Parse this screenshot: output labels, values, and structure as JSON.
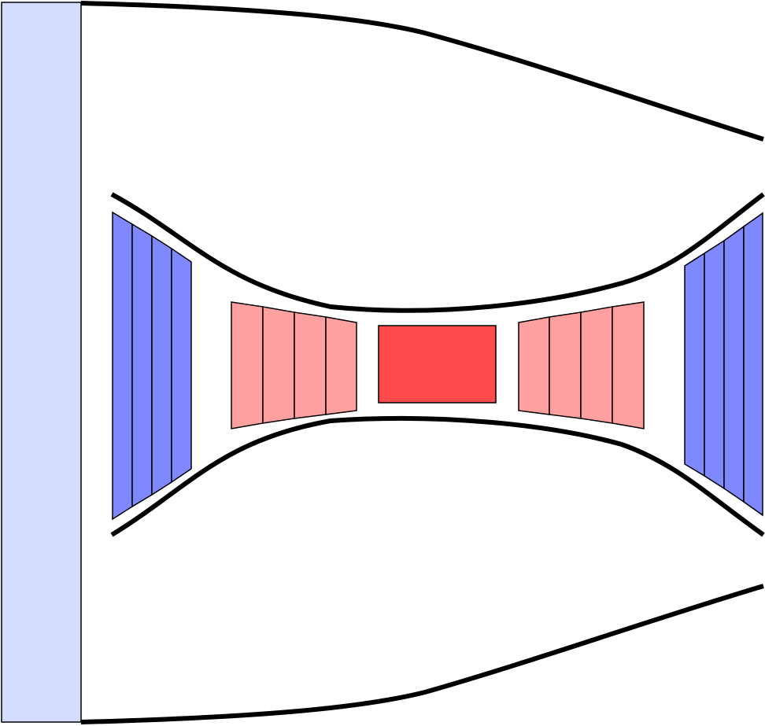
{
  "diagram": {
    "kind": "jet-engine-cross-section",
    "colors": {
      "background": "#ffffff",
      "fan": "#d4dcff",
      "compressor": "#8088ff",
      "combustor_stage": "#ffa0a0",
      "combustor": "#ff4b4b",
      "outline": "#000000"
    },
    "components": [
      {
        "id": "fan",
        "role": "fan"
      },
      {
        "id": "nacelle-outer",
        "role": "outer casing"
      },
      {
        "id": "core-casing",
        "role": "core casing"
      },
      {
        "id": "low-pressure-compressor",
        "stages": 4
      },
      {
        "id": "high-pressure-compressor",
        "stages": 4
      },
      {
        "id": "combustion-chamber",
        "role": "combustor"
      },
      {
        "id": "high-pressure-turbine",
        "stages": 4
      },
      {
        "id": "low-pressure-turbine",
        "stages": 4
      }
    ]
  }
}
